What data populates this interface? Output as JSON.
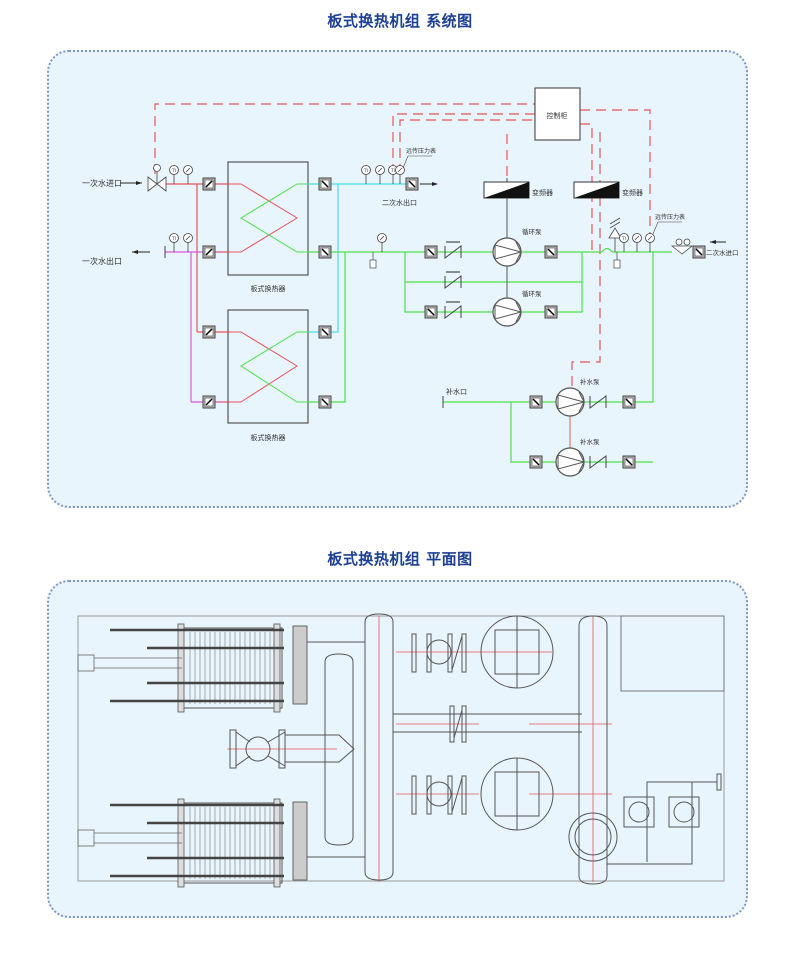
{
  "system_section": {
    "title": "板式换热机组  系统图",
    "labels": {
      "primary_inlet": "一次水进口",
      "primary_outlet": "一次水出口",
      "secondary_outlet": "二次水出口",
      "secondary_inlet": "二次水进口",
      "heat_exchanger_1": "板式换热器",
      "heat_exchanger_2": "板式换热器",
      "controller": "控制柜",
      "vfd_1": "变频器",
      "vfd_2": "变频器",
      "circ_pump_1": "循环泵",
      "circ_pump_2": "循环泵",
      "makeup_pump_1": "补水泵",
      "makeup_pump_2": "补水泵",
      "makeup_inlet": "补水口",
      "pressure_transmitter_1": "远传压力表",
      "pressure_transmitter_2": "远传压力表",
      "thermometer": "TI",
      "pressure_sensor": "PI"
    },
    "colors": {
      "primary_supply": "#e8555a",
      "primary_return": "#e055e0",
      "secondary_supply": "#40e0f0",
      "secondary_return": "#4de04d",
      "control_signal": "#e8555a",
      "equipment": "#555555"
    }
  },
  "plan_section": {
    "title": "板式换热机组  平面图",
    "colors": {
      "centerline": "#e8555a",
      "outline": "#555555"
    }
  }
}
